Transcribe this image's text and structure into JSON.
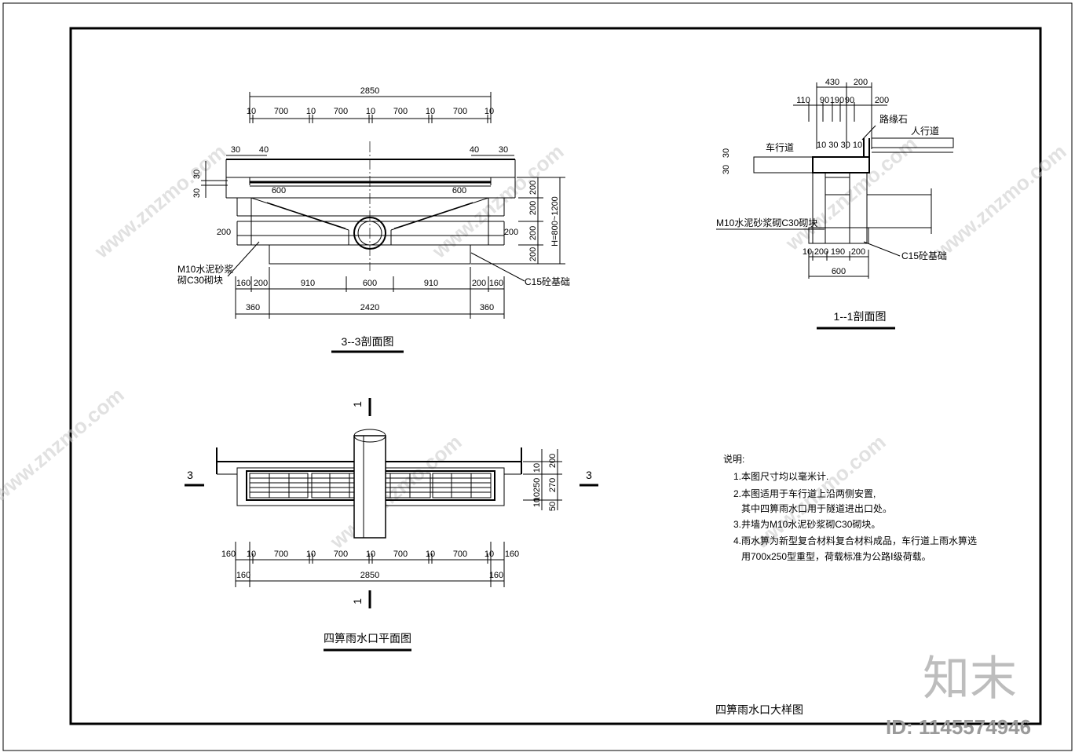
{
  "sheet": {
    "title": "四箅雨水口大样图",
    "watermark": "www.znzmo.com",
    "brand": "知末",
    "id_label": "ID: 1145574946"
  },
  "section33": {
    "title": "3--3剖面图",
    "top_total": "2850",
    "top_dims": [
      "10",
      "700",
      "10",
      "700",
      "10",
      "700",
      "10",
      "700",
      "10"
    ],
    "left_30": "30",
    "left_40": "40",
    "right_40": "40",
    "right_30": "30",
    "left_v1": "30",
    "left_v2": "30",
    "inner_left": "600",
    "inner_right": "600",
    "left_200": "200",
    "right_200": "200",
    "right_v": [
      "200",
      "200",
      "200",
      "200"
    ],
    "right_h": "H=800~1200",
    "wall_note_1": "M10水泥砂浆",
    "wall_note_2": "砌C30砌块",
    "base_note": "C15砼基础",
    "bot_dims": [
      "160",
      "200",
      "910",
      "600",
      "910",
      "200",
      "160"
    ],
    "bot2_dims": [
      "360",
      "2420",
      "360"
    ]
  },
  "section11": {
    "title": "1--1剖面图",
    "top1": [
      "430",
      "200"
    ],
    "top2": [
      "110",
      "90",
      "190",
      "90",
      "200"
    ],
    "curb_label": "路缘石",
    "sidewalk_label": "人行道",
    "road_label": "车行道",
    "small_dims": "10 30 30 10",
    "left_v": [
      "30",
      "30"
    ],
    "wall_note": "M10水泥砂浆砌C30砌块",
    "base_note": "C15砼基础",
    "bot_dims": [
      "10",
      "200",
      "190",
      "200"
    ],
    "bot_total": "600"
  },
  "plan": {
    "title": "四箅雨水口平面图",
    "cut_mark": "1",
    "sec_mark": "3",
    "right_v": [
      "200",
      "10",
      "250",
      "10",
      "270",
      "10",
      "50"
    ],
    "row1": [
      "160",
      "10",
      "700",
      "10",
      "700",
      "10",
      "700",
      "10",
      "700",
      "10",
      "160"
    ],
    "row2": [
      "160",
      "2850",
      "160"
    ]
  },
  "notes": {
    "heading": "说明:",
    "lines": [
      "1.本图尺寸均以毫米计.",
      "2.本图适用于车行道上沿两侧安置,",
      "其中四箅雨水口用于隧道进出口处。",
      "3.井墙为M10水泥砂浆砌C30砌块。",
      "4.雨水箅为新型复合材料复合材料成品，车行道上雨水箅选",
      "用700x250型重型，荷载标准为公路Ⅰ级荷载。"
    ]
  }
}
